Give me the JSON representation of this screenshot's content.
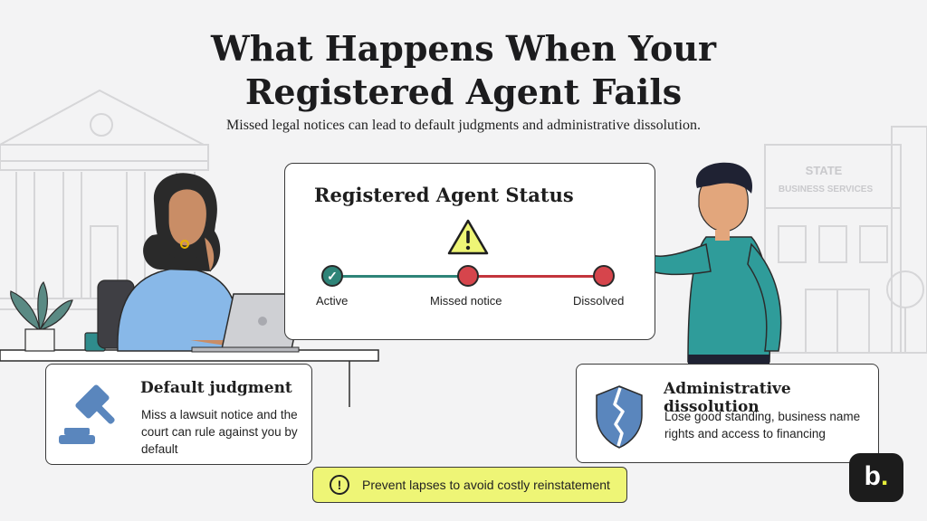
{
  "title": {
    "line1": "What Happens When Your",
    "line2": "Registered Agent Fails"
  },
  "subtitle": "Missed legal notices can lead to default judgments and administrative dissolution.",
  "background": {
    "building_sign_line1": "STATE",
    "building_sign_line2": "BUSINESS SERVICES"
  },
  "status_card": {
    "title": "Registered Agent Status",
    "warning_icon": "warning-triangle-icon",
    "steps": [
      {
        "label": "Active",
        "state": "complete",
        "color": "#2e8478"
      },
      {
        "label": "Missed notice",
        "state": "failed",
        "color": "#d6454c"
      },
      {
        "label": "Dissolved",
        "state": "failed",
        "color": "#d6454c"
      }
    ],
    "check_glyph": "✓"
  },
  "cards": {
    "left": {
      "icon": "gavel-icon",
      "heading": "Default judgment",
      "body": "Miss a lawsuit notice and the court can rule against you by default"
    },
    "right": {
      "icon": "broken-shield-icon",
      "heading": "Administrative dissolution",
      "body": "Lose good standing, business name rights and access to financing"
    }
  },
  "banner": {
    "icon": "exclamation-circle-icon",
    "icon_glyph": "!",
    "text": "Prevent lapses to avoid costly reinstatement"
  },
  "logo": {
    "letter": "b",
    "dot": ".",
    "accent": "#e6ee3a"
  },
  "colors": {
    "teal": "#2e8478",
    "red": "#d6454c",
    "yellow_banner": "#eef576",
    "icon_blue": "#5a86bd"
  }
}
